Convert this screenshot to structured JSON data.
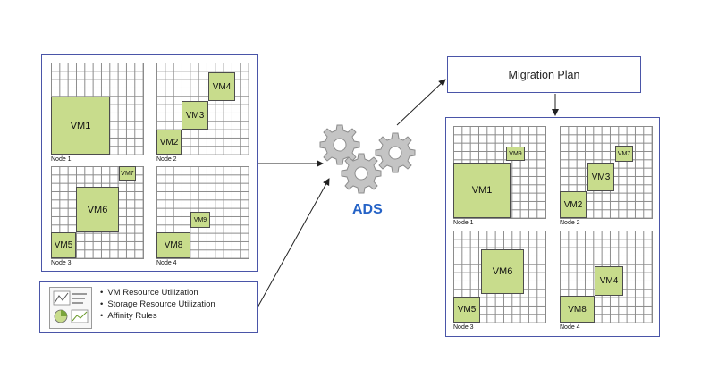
{
  "ads": {
    "label": "ADS"
  },
  "migration_plan": {
    "label": "Migration Plan"
  },
  "metrics": {
    "items": [
      "VM Resource Utilization",
      "Storage Resource Utilization",
      "Affinity Rules"
    ]
  },
  "before": {
    "nodes": [
      {
        "label": "Node 1",
        "vms": [
          "VM1"
        ]
      },
      {
        "label": "Node 2",
        "vms": [
          "VM2",
          "VM3",
          "VM4"
        ]
      },
      {
        "label": "Node 3",
        "vms": [
          "VM5",
          "VM6",
          "VM7"
        ]
      },
      {
        "label": "Node 4",
        "vms": [
          "VM8",
          "VM9"
        ]
      }
    ]
  },
  "after": {
    "nodes": [
      {
        "label": "Node 1",
        "vms": [
          "VM1",
          "VM9"
        ]
      },
      {
        "label": "Node 2",
        "vms": [
          "VM2",
          "VM3",
          "VM7"
        ]
      },
      {
        "label": "Node 3",
        "vms": [
          "VM5",
          "VM6"
        ]
      },
      {
        "label": "Node 4",
        "vms": [
          "VM8",
          "VM4"
        ]
      }
    ]
  },
  "colors": {
    "vm_fill": "#c8dc8c",
    "border": "#4a55a8",
    "ads_text": "#2563c7",
    "gear": "#bfbfbf"
  },
  "icons": [
    "gear-icon",
    "analytics-icon",
    "arrow-icon"
  ]
}
